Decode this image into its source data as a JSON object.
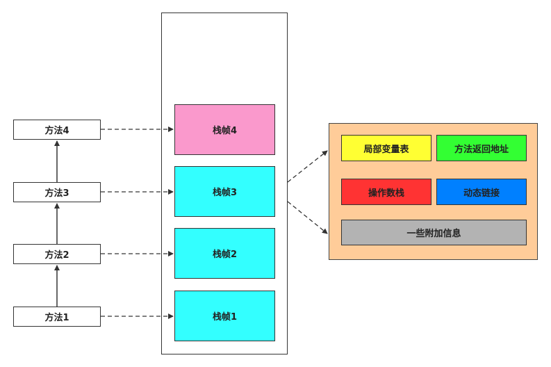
{
  "methods": [
    {
      "label": "方法4"
    },
    {
      "label": "方法3"
    },
    {
      "label": "方法2"
    },
    {
      "label": "方法1"
    }
  ],
  "frames": [
    {
      "label": "栈帧4",
      "color": "#fa99cc"
    },
    {
      "label": "栈帧3",
      "color": "#33ffff"
    },
    {
      "label": "栈帧2",
      "color": "#33ffff"
    },
    {
      "label": "栈帧1",
      "color": "#33ffff"
    }
  ],
  "frame_detail": {
    "panel_color": "#ffcc99",
    "local_vars": {
      "label": "局部变量表",
      "color": "#ffff33"
    },
    "return_addr": {
      "label": "方法返回地址",
      "color": "#33ff33"
    },
    "operand_stack": {
      "label": "操作数栈",
      "color": "#ff3333"
    },
    "dynamic_link": {
      "label": "动态链接",
      "color": "#0080ff"
    },
    "extra_info": {
      "label": "一些附加信息",
      "color": "#b3b3b3"
    }
  }
}
